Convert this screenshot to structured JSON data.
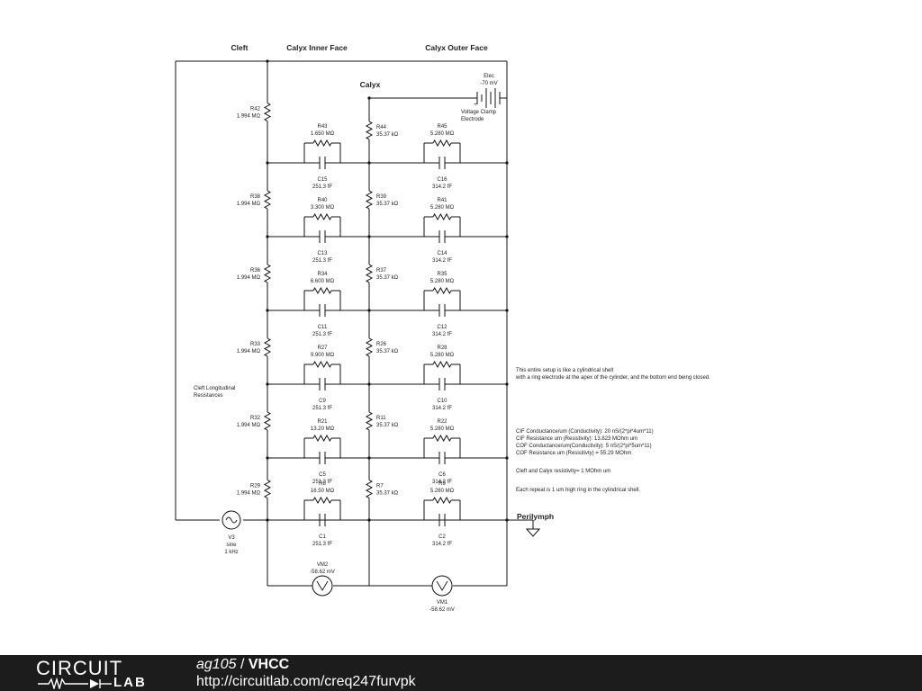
{
  "headers": {
    "cleft": "Cleft",
    "inner": "Calyx Inner Face",
    "outer": "Calyx Outer Face",
    "calyx": "Calyx"
  },
  "electrode": {
    "name": "Elec",
    "value": "-70 mV",
    "label1": "Voltage Clamp",
    "label2": "Electrode",
    "plus": "+"
  },
  "cleft_label": {
    "line1": "Cleft Longitudinal",
    "line2": "Resistances"
  },
  "perilymph": "Perilymph",
  "rows": [
    {
      "rl": [
        "R42",
        "1.994 MΩ"
      ],
      "rm": [
        "R44",
        "35.37 kΩ"
      ],
      "ri": [
        "R43",
        "1.650 MΩ"
      ],
      "ci": [
        "C15",
        "251.3 fF"
      ],
      "ro": [
        "R45",
        "5.280 MΩ"
      ],
      "co": [
        "C16",
        "314.2 fF"
      ]
    },
    {
      "rl": [
        "R38",
        "1.994 MΩ"
      ],
      "rm": [
        "R39",
        "35.37 kΩ"
      ],
      "ri": [
        "R40",
        "3.300 MΩ"
      ],
      "ci": [
        "C13",
        "251.3 fF"
      ],
      "ro": [
        "R41",
        "5.280 MΩ"
      ],
      "co": [
        "C14",
        "314.2 fF"
      ]
    },
    {
      "rl": [
        "R36",
        "1.994 MΩ"
      ],
      "rm": [
        "R37",
        "35.37 kΩ"
      ],
      "ri": [
        "R34",
        "6.600 MΩ"
      ],
      "ci": [
        "C11",
        "251.3 fF"
      ],
      "ro": [
        "R35",
        "5.280 MΩ"
      ],
      "co": [
        "C12",
        "314.2 fF"
      ]
    },
    {
      "rl": [
        "R33",
        "1.994 MΩ"
      ],
      "rm": [
        "R26",
        "35.37 kΩ"
      ],
      "ri": [
        "R27",
        "9.900 MΩ"
      ],
      "ci": [
        "C9",
        "251.3 fF"
      ],
      "ro": [
        "R28",
        "5.280 MΩ"
      ],
      "co": [
        "C10",
        "314.2 fF"
      ]
    },
    {
      "rl": [
        "R32",
        "1.994 MΩ"
      ],
      "rm": [
        "R11",
        "35.37 kΩ"
      ],
      "ri": [
        "R21",
        "13.20 MΩ"
      ],
      "ci": [
        "C5",
        "251.3 fF"
      ],
      "ro": [
        "R22",
        "5.280 MΩ"
      ],
      "co": [
        "C6",
        "314.2 fF"
      ]
    },
    {
      "rl": [
        "R29",
        "1.994 MΩ"
      ],
      "rm": [
        "R7",
        "35.37 kΩ"
      ],
      "ri": [
        "R8",
        "16.50 MΩ"
      ],
      "ci": [
        "C1",
        "251.3 fF"
      ],
      "ro": [
        "R9",
        "5.280 MΩ"
      ],
      "co": [
        "C2",
        "314.2 fF"
      ]
    }
  ],
  "source": {
    "name": "V3",
    "type": "sine",
    "freq": "1 kHz"
  },
  "vm2": {
    "name": "VM2",
    "value": "-58.62 mV"
  },
  "vm1": {
    "name": "VM1",
    "value": "-58.62 mV"
  },
  "notes": {
    "shell1": "This entire setup is like a cylindrical shell",
    "shell2": "with a ring electrode at the apex of the cylinder, and the bottom end being closed.",
    "cif1": "CIF Conductance/um (Conductivity): 20 nS/(2*pi*4um*11)",
    "cif2": "CIF Resistance um (Resistivity): 13.823 MOhm um",
    "cof1": "COF Conductance/um(Conductivity): 5 nS/(2*pi*5um*11)",
    "cof2": "COF Resistance um (Resisitivty) = 55.29 MOhm",
    "resist": "Cleft and Calyx resistivity= 1 MOhm um",
    "repeat": "Each repeat is 1 um high ring in the cylindrical shell."
  },
  "footer": {
    "logo_top": "CIRCUIT",
    "logo_bottom": "LAB",
    "user": "ag105",
    "sep": " / ",
    "project": "VHCC",
    "url": "http://circuitlab.com/creq247furvpk"
  }
}
